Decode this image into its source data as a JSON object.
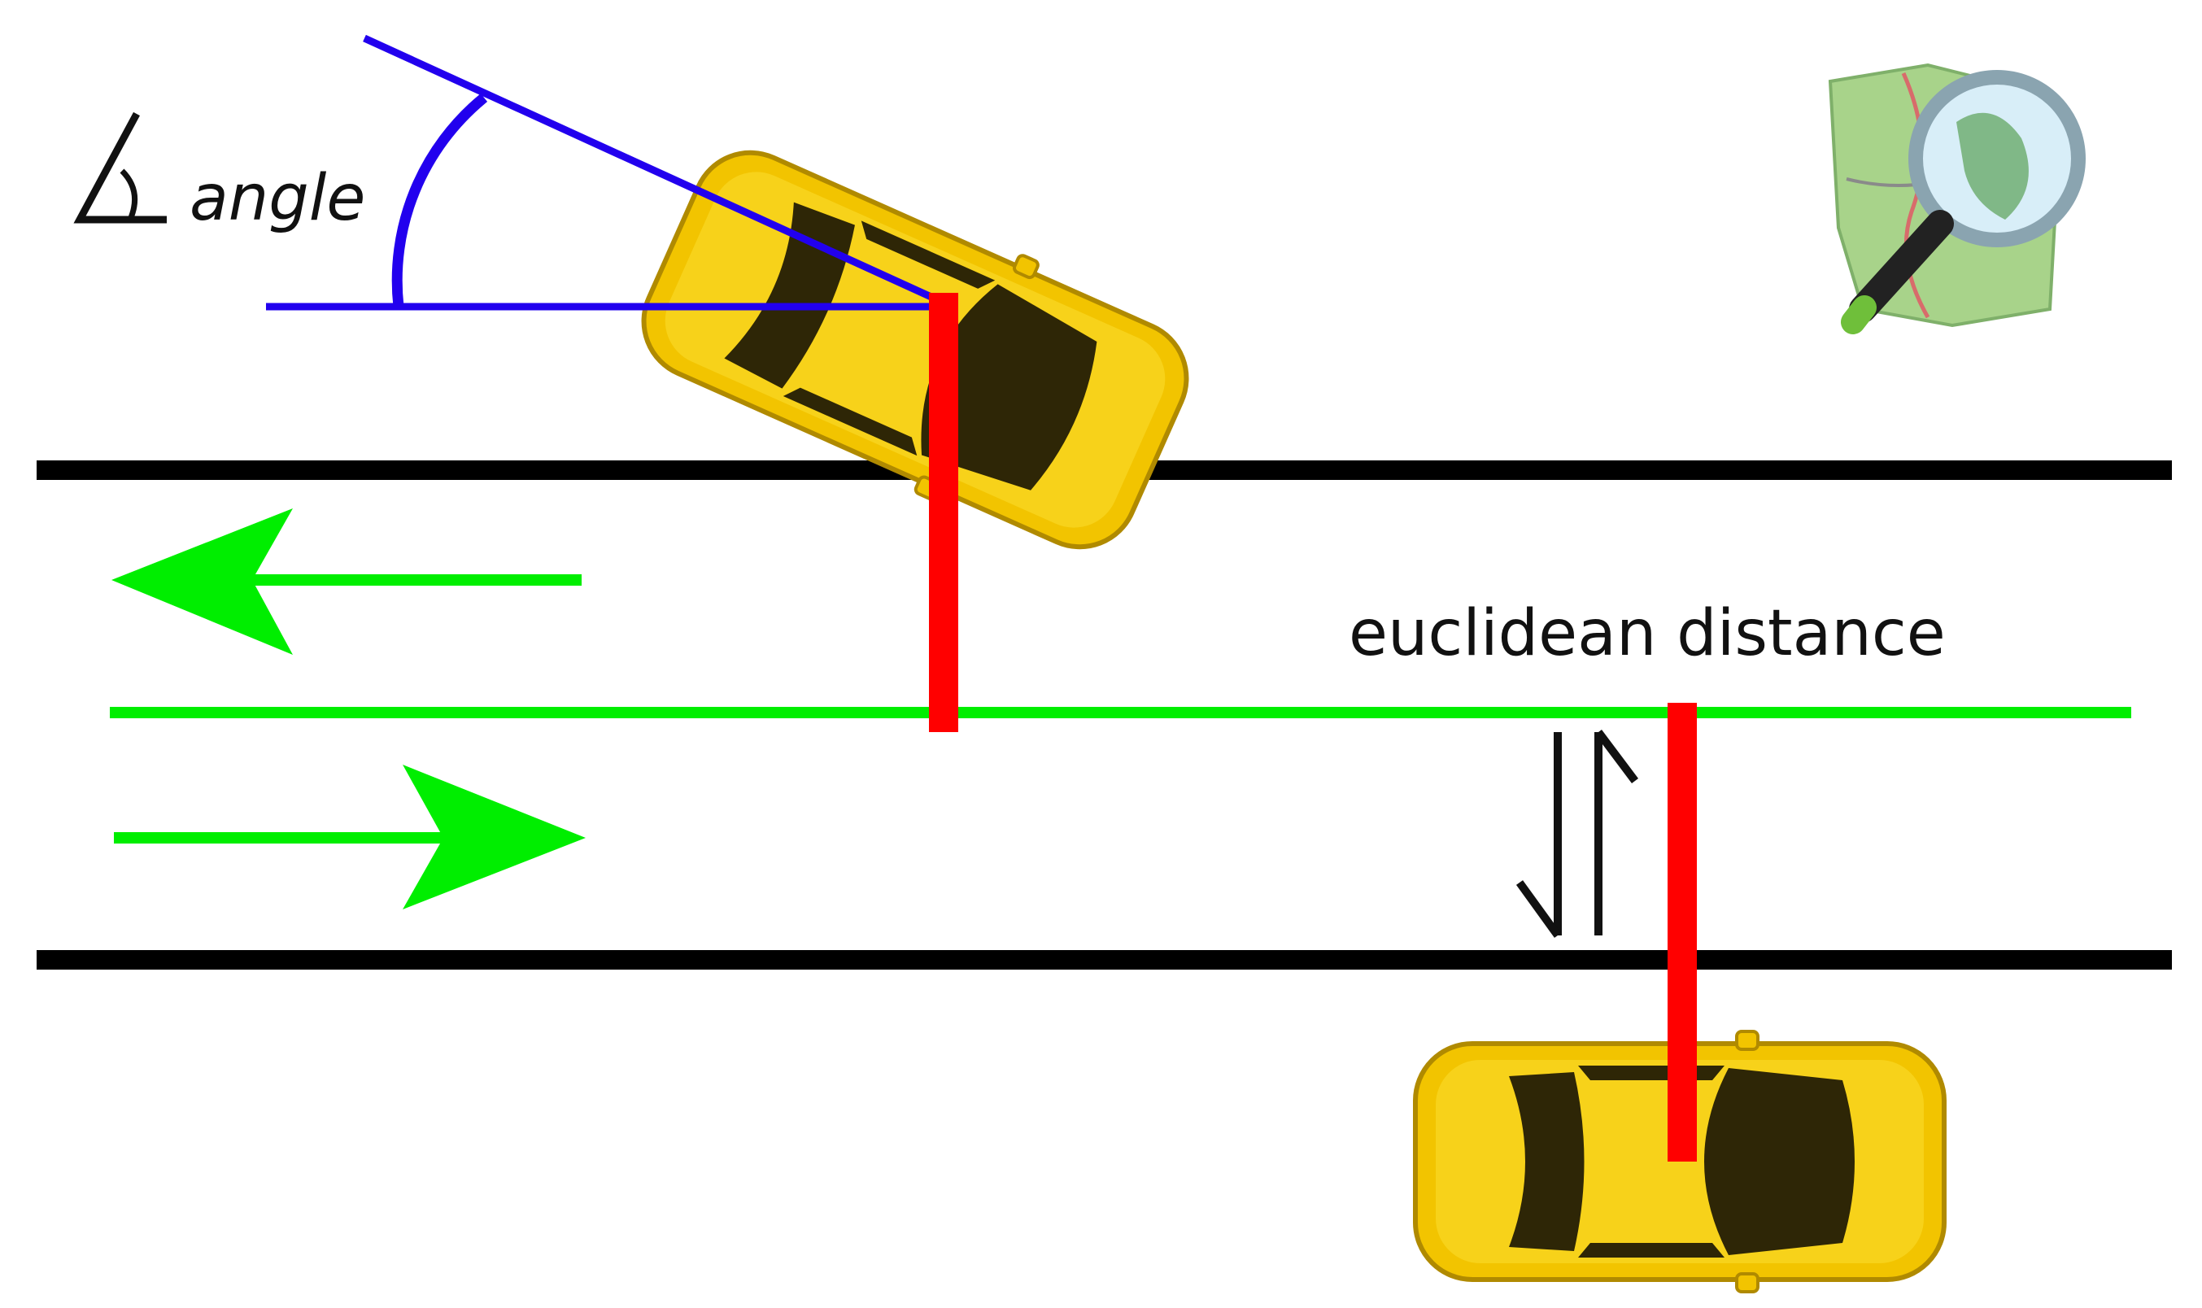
{
  "labels": {
    "angle": "angle",
    "distance": "euclidean distance"
  },
  "colors": {
    "road_edge": "#000000",
    "centerline": "#00ee00",
    "direction_arrows": "#00ee00",
    "angle_lines": "#2200ee",
    "distance_lines": "#ff0000",
    "car_body": "#f2c400",
    "car_glass": "#2e2606"
  },
  "icons": {
    "angle_symbol": "angle-symbol-icon",
    "distance_symbol": "perpendicular-arrows-icon",
    "logo": "openstreetmap-magnifier-logo"
  }
}
